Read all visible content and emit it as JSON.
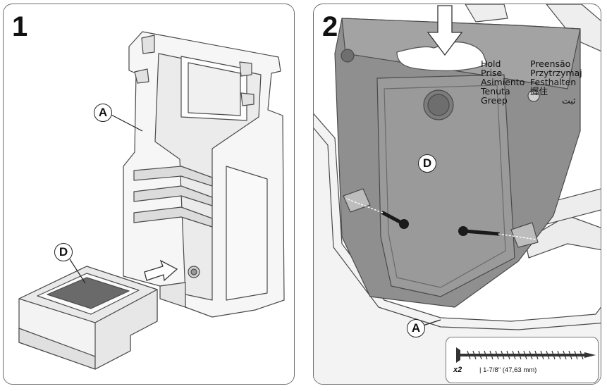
{
  "steps": [
    {
      "number": "1",
      "labels": {
        "a": "A",
        "d": "D"
      }
    },
    {
      "number": "2",
      "labels": {
        "a": "A",
        "d": "D"
      }
    }
  ],
  "hold": {
    "english": "Hold",
    "french": "Prise",
    "spanish": "Asimiento",
    "italian": "Tenuta",
    "dutch": "Greep",
    "portuguese": "Preensão",
    "polish": "Przytrzymaj",
    "german": "Festhalten",
    "chinese": "握住",
    "arabic": "ثبت"
  },
  "hardware": {
    "quantity": "x2",
    "size": "| 1-7/8\" (47,63 mm)"
  }
}
